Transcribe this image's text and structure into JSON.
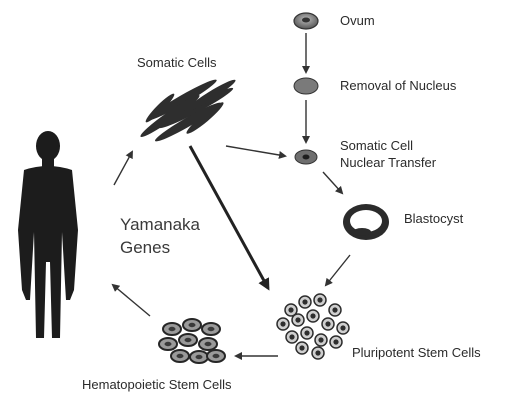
{
  "labels": {
    "ovum": "Ovum",
    "removal": "Removal of Nucleus",
    "scnt_line1": "Somatic Cell",
    "scnt_line2": "Nuclear Transfer",
    "somatic": "Somatic Cells",
    "blastocyst": "Blastocyst",
    "yamanaka_line1": "Yamanaka",
    "yamanaka_line2": "Genes",
    "pluripotent": "Pluripotent Stem Cells",
    "hematopoietic": "Hematopoietic Stem Cells"
  },
  "colors": {
    "figure": "#1c1c1c",
    "cell_dark": "#2e2e2e",
    "cell_mid": "#6e6e6e",
    "cell_light": "#9a9a9a",
    "arrow": "#333333"
  }
}
